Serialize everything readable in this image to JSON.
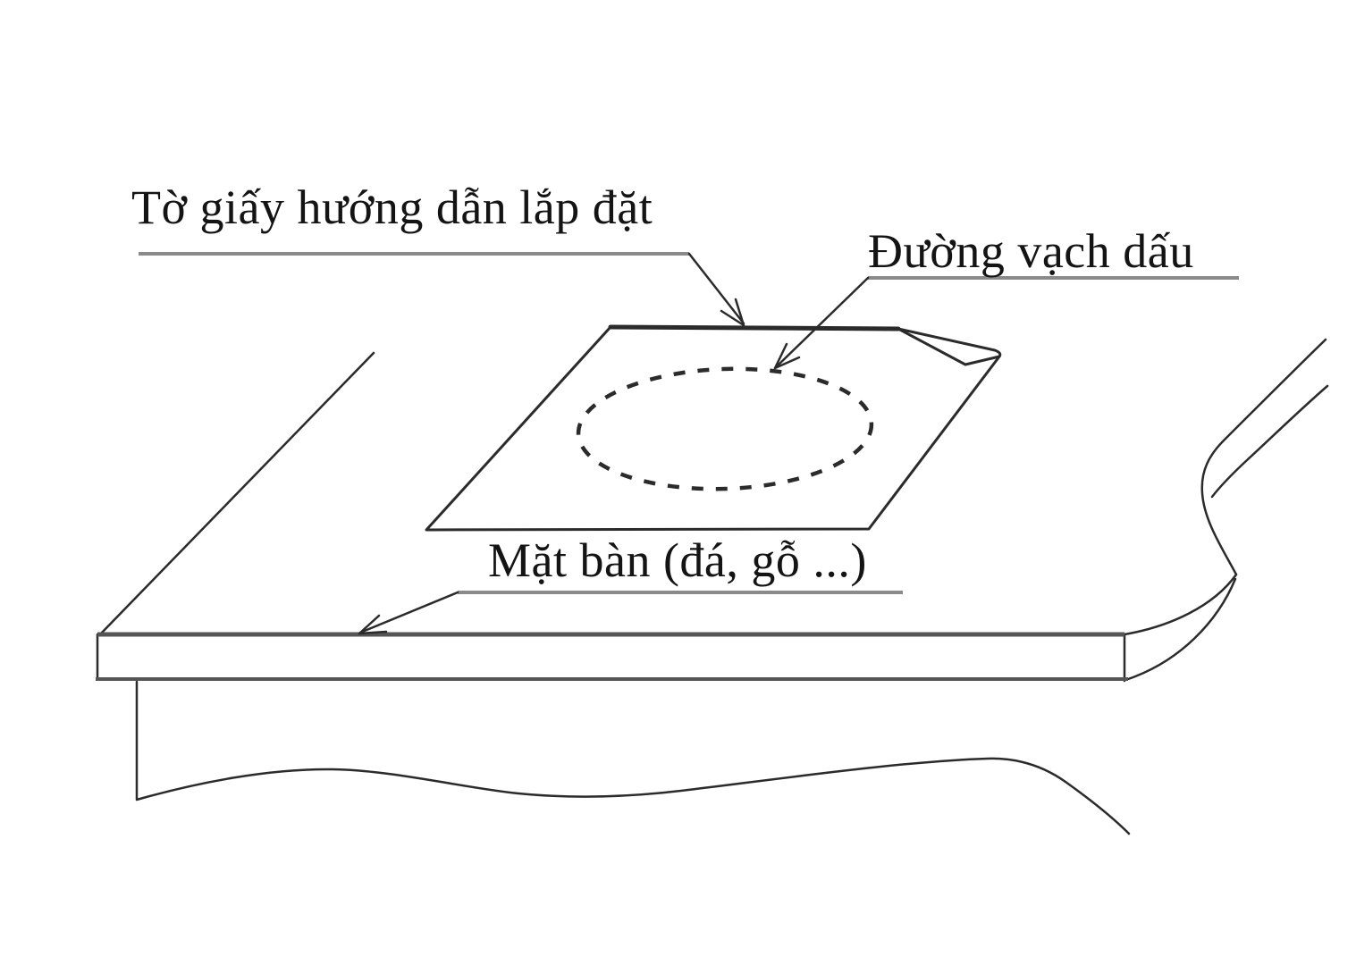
{
  "diagram": {
    "labels": {
      "paper_sheet": "Tờ giấy hướng dẫn lắp đặt",
      "marking_line": "Đường vạch dấu",
      "table_surface": "Mặt bàn (đá, gỗ ...)"
    },
    "colors": {
      "background": "#ffffff",
      "ink": "#2b2b2b",
      "table_ink": "#555555",
      "underline": "#8a8a8a",
      "text": "#141414"
    }
  }
}
